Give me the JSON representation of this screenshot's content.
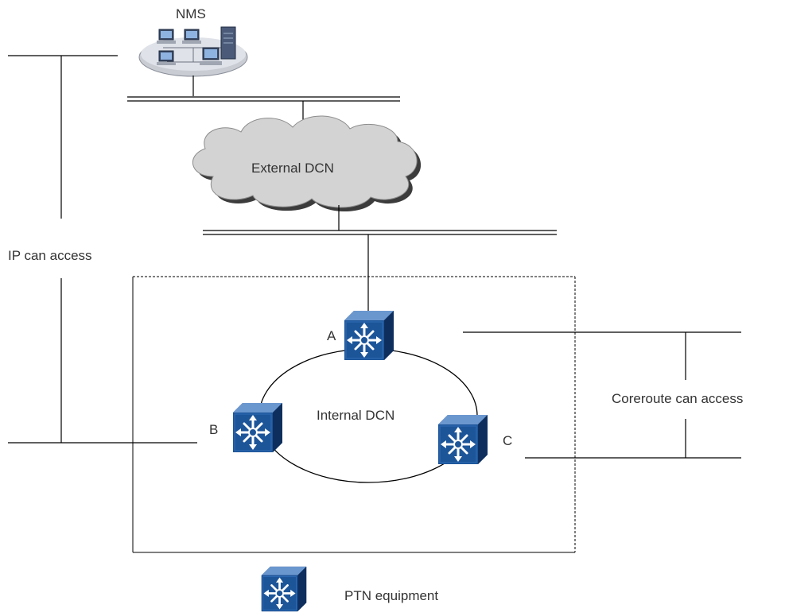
{
  "nodes": {
    "nms": "NMS",
    "external_dcn": "External DCN",
    "internal_dcn": "Internal DCN",
    "ne_a": "A",
    "ne_b": "B",
    "ne_c": "C"
  },
  "annotations": {
    "ip_access": "IP can access",
    "coreroute_access": "Coreroute can access"
  },
  "legend": {
    "ptn_equipment": "PTN equipment"
  },
  "colors": {
    "line": "#000000",
    "cloud_fill": "#d3d3d3",
    "cloud_shadow": "#3c3c3c",
    "device_front": "#1b4f93",
    "device_side": "#0e2f5e",
    "device_top": "#5f8dc9"
  }
}
